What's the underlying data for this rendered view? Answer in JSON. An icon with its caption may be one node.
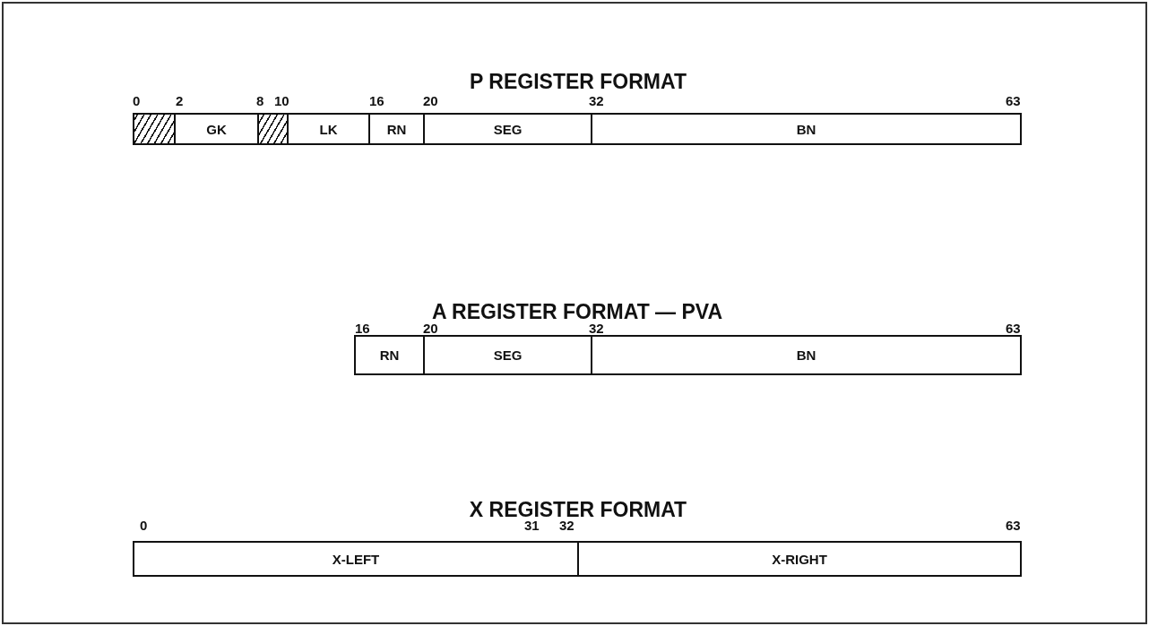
{
  "diagram": {
    "nodes": [
      {
        "text": [
          "P REGISTER FORMAT"
        ]
      },
      {
        "text": [],
        "shape": "box",
        "in": 0
      },
      {
        "text": [
          "GK"
        ],
        "in": 0
      },
      {
        "text": [],
        "shape": "box",
        "in": 0
      },
      {
        "text": [
          "LK"
        ],
        "in": 0
      },
      {
        "text": [
          "RN"
        ],
        "in": 0
      },
      {
        "text": [
          "SEG"
        ],
        "in": 0
      },
      {
        "text": [
          "BN"
        ],
        "in": 0
      },
      {
        "text": [
          "A REGISTER FORMAT — PVA"
        ]
      },
      {
        "text": [
          "RN"
        ],
        "in": 8
      },
      {
        "text": [
          "SEG"
        ],
        "in": 8
      },
      {
        "text": [
          "BN"
        ],
        "in": 8
      },
      {
        "text": [
          "X REGISTER FORMAT"
        ]
      },
      {
        "text": [
          "X-LEFT"
        ],
        "in": 12
      },
      {
        "text": [
          "X-RIGHT"
        ],
        "in": 12
      }
    ],
    "labels": [
      "0",
      "2",
      "8",
      "10",
      "16",
      "20",
      "32",
      "63",
      "16",
      "20",
      "32",
      "63",
      "0",
      "31",
      "32",
      "63"
    ]
  }
}
